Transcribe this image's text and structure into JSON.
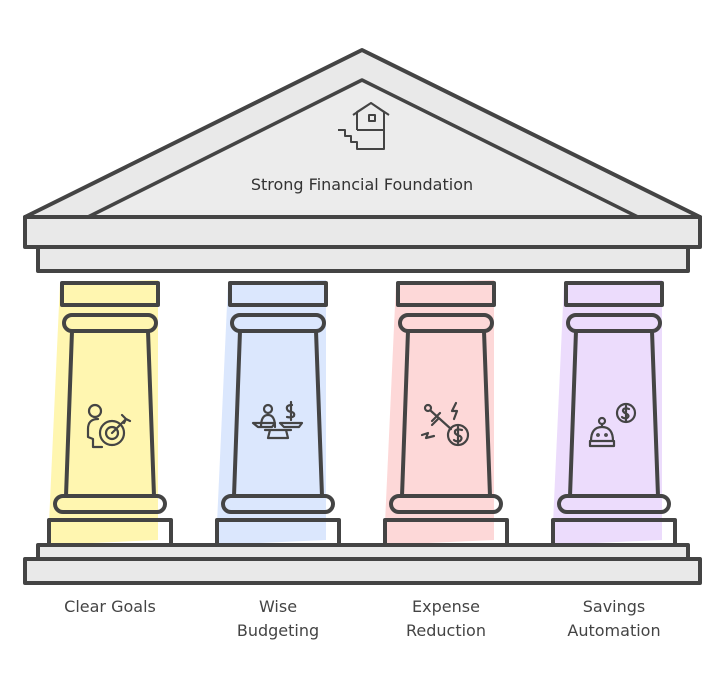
{
  "title": "Strong Financial Foundation",
  "roof_icon": "house-stairs-icon",
  "colors": {
    "stroke": "#444444",
    "roof": "#e9e9e9"
  },
  "pillars": [
    {
      "line1": "Clear Goals",
      "line2": "",
      "color": "#fff6b0",
      "icon": "person-target-icon"
    },
    {
      "line1": "Wise",
      "line2": "Budgeting",
      "color": "#dbe7fd",
      "icon": "person-scale-icon"
    },
    {
      "line1": "Expense",
      "line2": "Reduction",
      "color": "#fdd8d8",
      "icon": "sword-coin-icon"
    },
    {
      "line1": "Savings",
      "line2": "Automation",
      "color": "#ecdcfc",
      "icon": "robot-coin-icon"
    }
  ]
}
